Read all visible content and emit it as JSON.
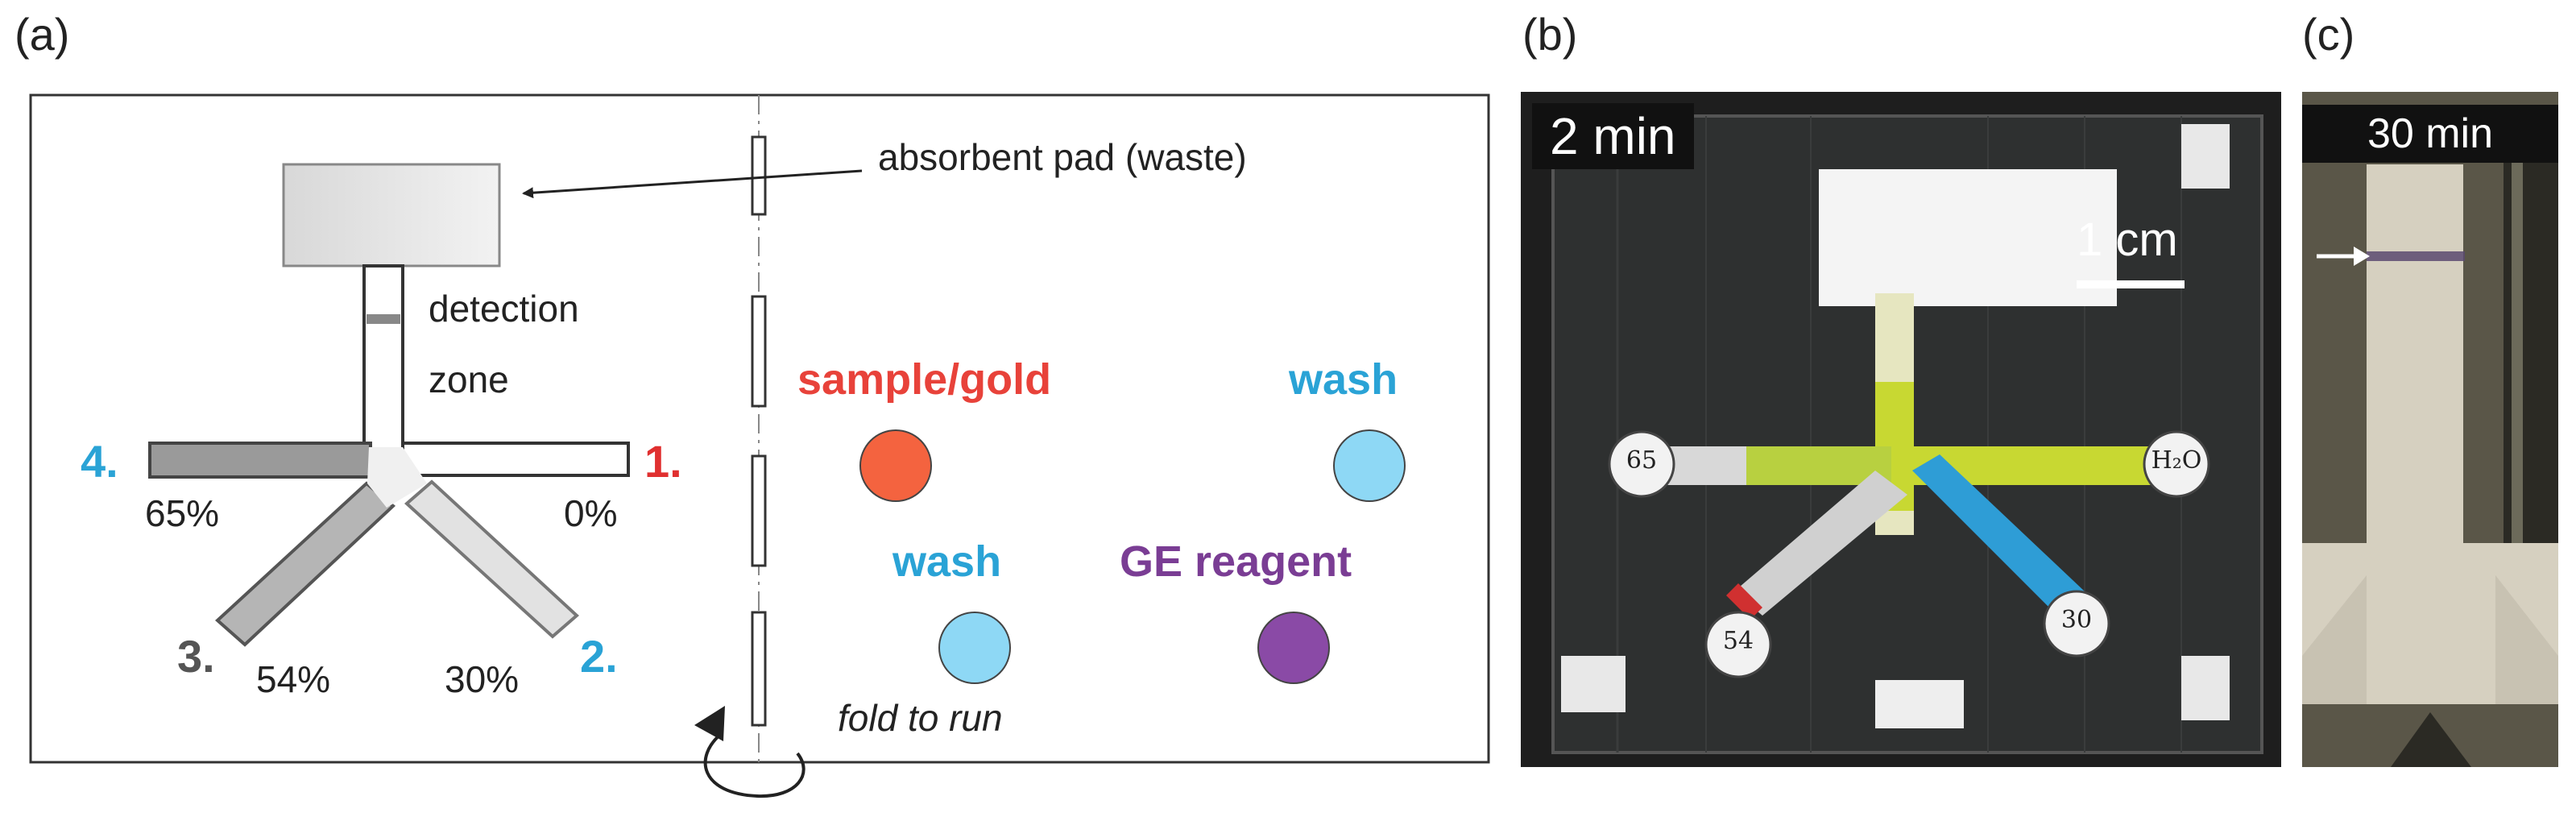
{
  "panel_labels": {
    "a": "(a)",
    "b": "(b)",
    "c": "(c)"
  },
  "diagram": {
    "absorbent_pad": "absorbent pad (waste)",
    "detection_line1": "detection",
    "detection_line2": "zone",
    "inlets": [
      {
        "number": "4.",
        "percent": "65%",
        "number_color": "#2aa3d6"
      },
      {
        "number": "1.",
        "percent": "0%",
        "number_color": "#e03030"
      },
      {
        "number": "3.",
        "percent": "54%",
        "number_color": "#555555"
      },
      {
        "number": "2.",
        "percent": "30%",
        "number_color": "#2aa3d6"
      }
    ],
    "reagents": [
      {
        "label": "sample/gold",
        "label_color": "#e8423a",
        "dot_color": "#f4633f"
      },
      {
        "label": "wash",
        "label_color": "#2aa3d6",
        "dot_color": "#8ed8f5"
      },
      {
        "label": "wash",
        "label_color": "#2aa3d6",
        "dot_color": "#8ed8f5"
      },
      {
        "label": "GE reagent",
        "label_color": "#7a3d94",
        "dot_color": "#8a4aa6"
      }
    ],
    "fold_label": "fold to run"
  },
  "photo_b": {
    "time": "2 min",
    "scale": "1 cm",
    "disc_labels": [
      "65",
      "H₂O",
      "54",
      "30"
    ]
  },
  "photo_c": {
    "time": "30 min"
  }
}
